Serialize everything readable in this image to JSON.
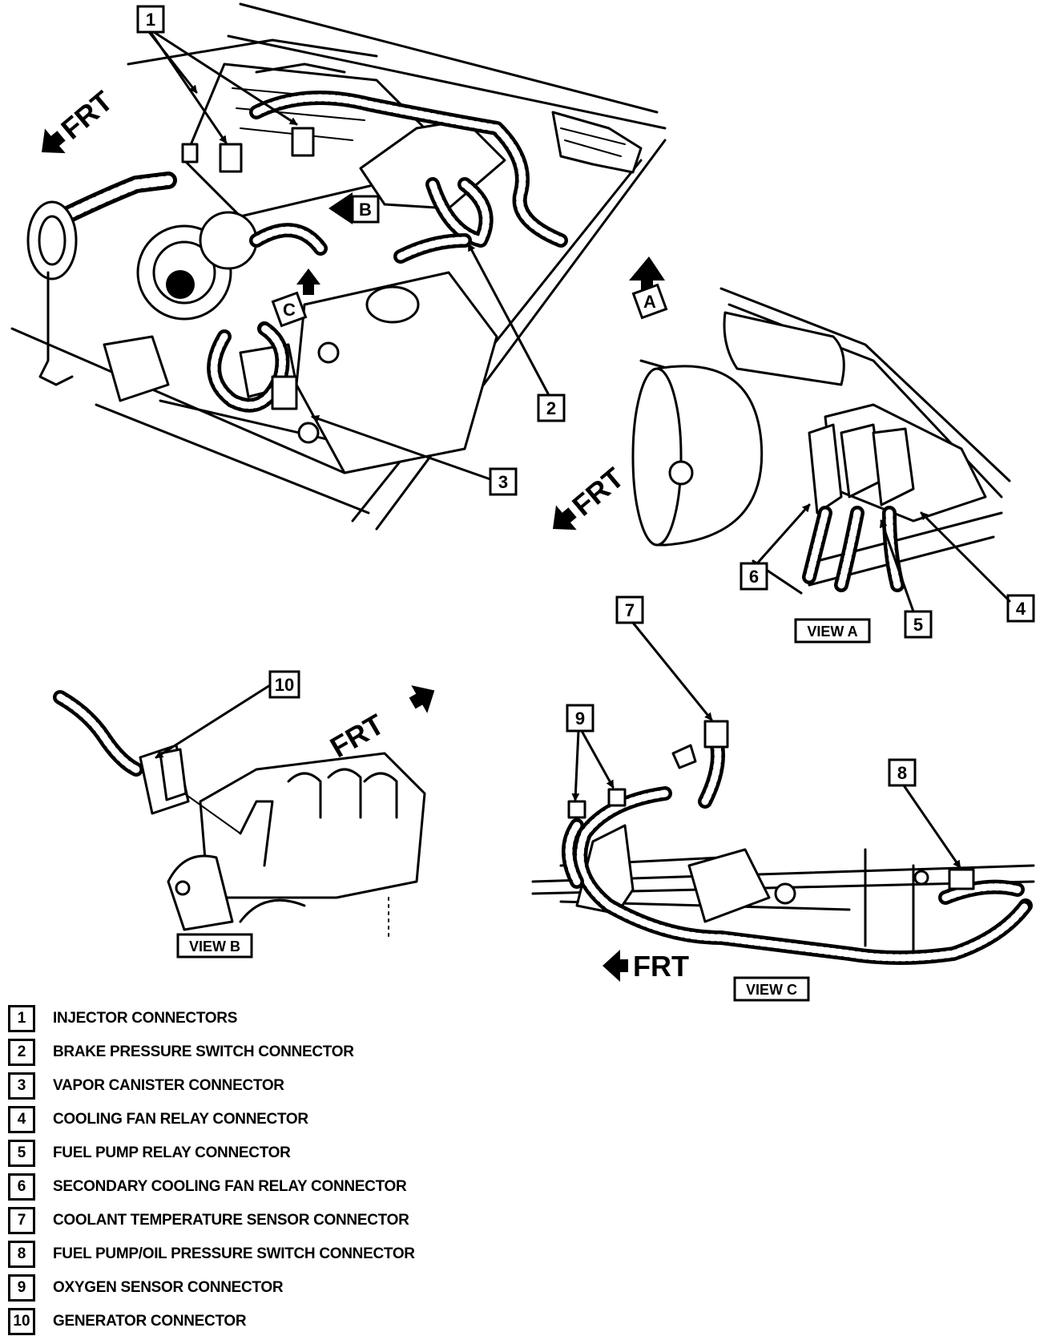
{
  "callouts": {
    "c1": "1",
    "c2": "2",
    "c3": "3",
    "c4": "4",
    "c5": "5",
    "c6": "6",
    "c7": "7",
    "c8": "8",
    "c9": "9",
    "c10": "10"
  },
  "view_markers": {
    "a": "A",
    "b": "B",
    "c": "C"
  },
  "view_labels": {
    "view_a": "VIEW A",
    "view_b": "VIEW B",
    "view_c": "VIEW C"
  },
  "frt_label": "FRT",
  "legend": [
    {
      "num": "1",
      "label": "INJECTOR CONNECTORS"
    },
    {
      "num": "2",
      "label": "BRAKE PRESSURE SWITCH CONNECTOR"
    },
    {
      "num": "3",
      "label": "VAPOR CANISTER CONNECTOR"
    },
    {
      "num": "4",
      "label": "COOLING FAN RELAY CONNECTOR"
    },
    {
      "num": "5",
      "label": "FUEL PUMP RELAY CONNECTOR"
    },
    {
      "num": "6",
      "label": "SECONDARY COOLING FAN RELAY CONNECTOR"
    },
    {
      "num": "7",
      "label": "COOLANT TEMPERATURE SENSOR CONNECTOR"
    },
    {
      "num": "8",
      "label": "FUEL PUMP/OIL PRESSURE SWITCH CONNECTOR"
    },
    {
      "num": "9",
      "label": "OXYGEN SENSOR CONNECTOR"
    },
    {
      "num": "10",
      "label": "GENERATOR CONNECTOR"
    }
  ]
}
